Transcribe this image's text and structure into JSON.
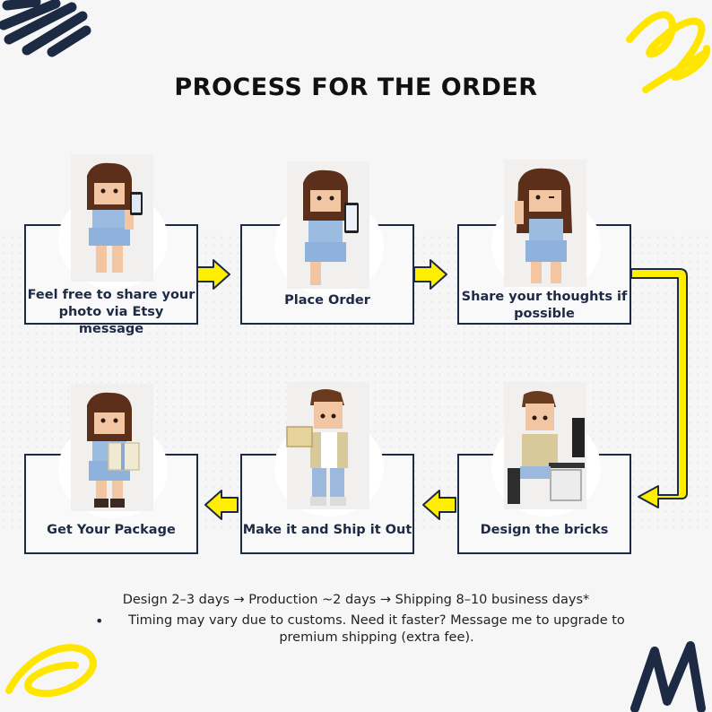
{
  "title": "PROCESS FOR THE ORDER",
  "steps": [
    {
      "label": "Feel free to share your photo via Etsy message"
    },
    {
      "label": "Place Order"
    },
    {
      "label": "Share your thoughts if possible"
    },
    {
      "label": "Design the bricks"
    },
    {
      "label": "Make it and Ship it Out"
    },
    {
      "label": "Get Your Package"
    }
  ],
  "timeline": "Design 2–3 days → Production ~2 days → Shipping 8–10 business days*",
  "note": "Timing may vary due to customs. Need it faster? Message me to upgrade to premium shipping (extra fee).",
  "colors": {
    "navy": "#1d2a44",
    "yellow": "#ffee00",
    "background": "#f6f6f7"
  }
}
